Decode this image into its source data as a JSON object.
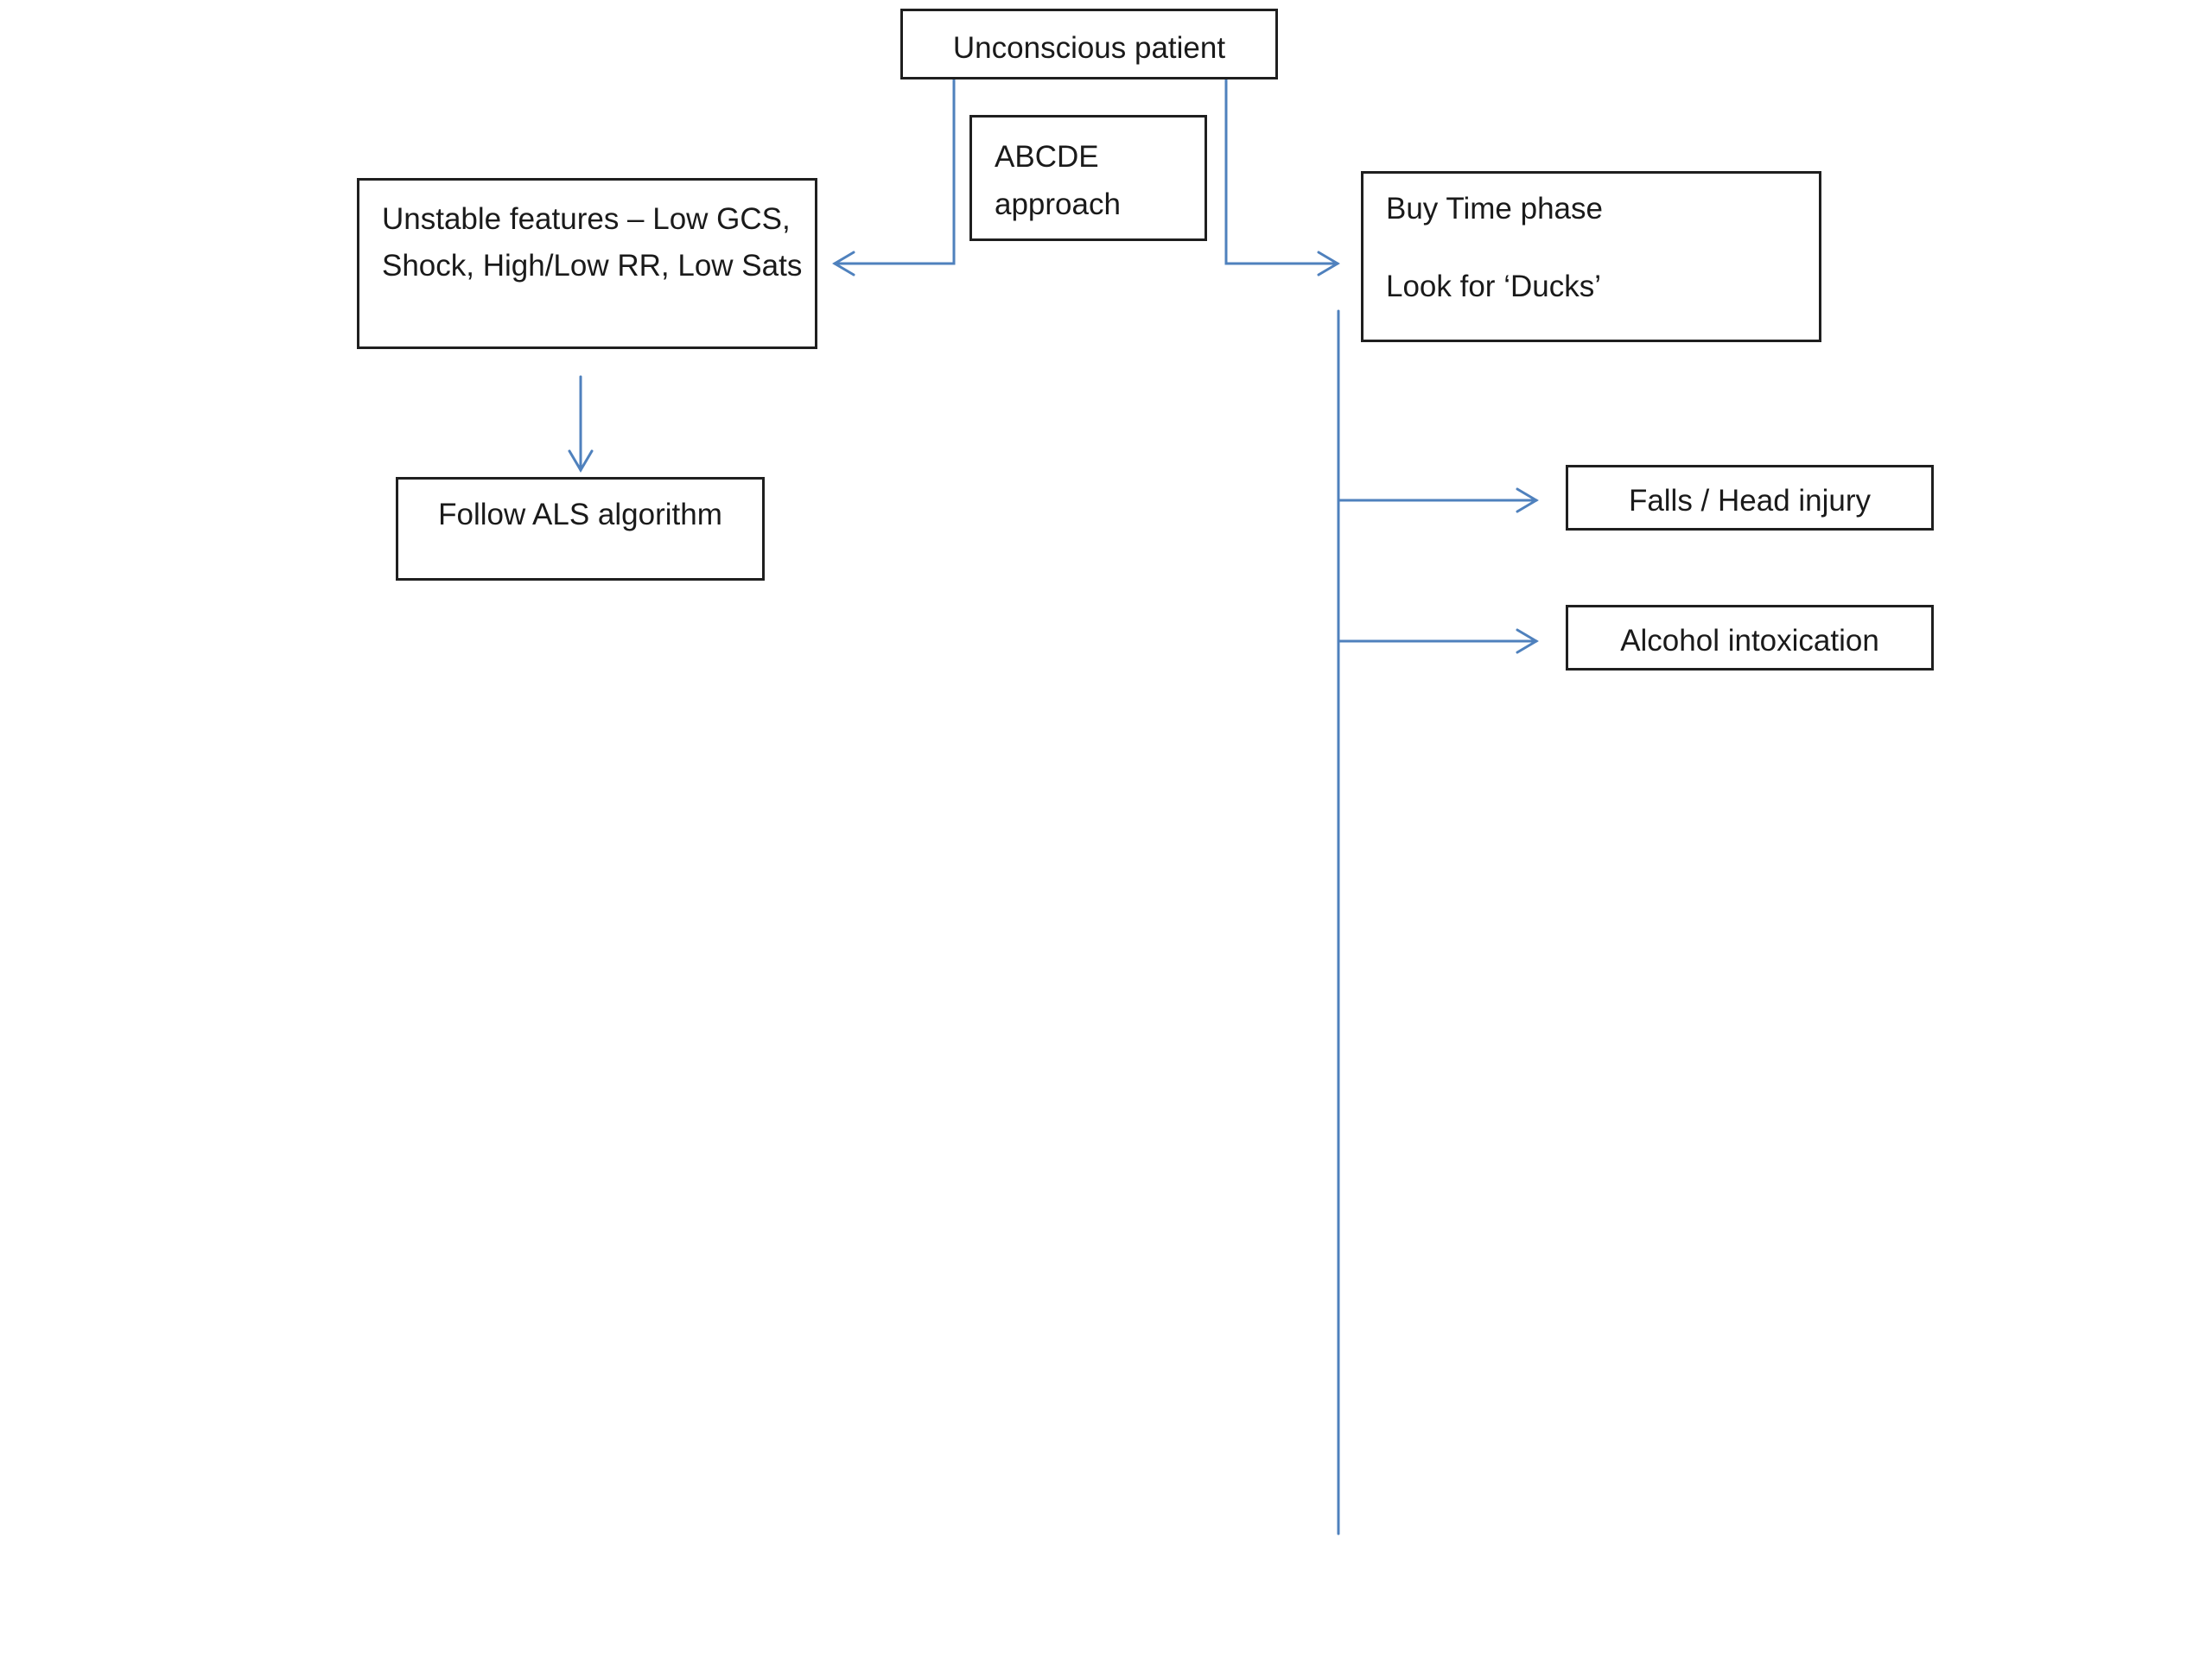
{
  "diagram": {
    "type": "flowchart",
    "colors": {
      "connector": "#4f81bd",
      "box_border": "#1f1f1f",
      "text": "#1a1a1a",
      "background": "#ffffff"
    },
    "nodes": {
      "start": {
        "lines": [
          "Unconscious patient"
        ]
      },
      "abcde": {
        "lines": [
          "ABCDE",
          "approach"
        ]
      },
      "unstable": {
        "lines": [
          "Unstable features – Low GCS,",
          "Shock, High/Low RR, Low Sats"
        ]
      },
      "als": {
        "lines": [
          "Follow ALS algorithm"
        ]
      },
      "buy_time": {
        "lines": [
          "Buy Time phase",
          "Look for ‘Ducks’"
        ]
      },
      "falls": {
        "lines": [
          "Falls / Head injury"
        ]
      },
      "alcohol": {
        "lines": [
          "Alcohol intoxication"
        ]
      }
    },
    "edges": [
      {
        "from": "start",
        "to": "unstable"
      },
      {
        "from": "start",
        "to": "buy_time"
      },
      {
        "from": "unstable",
        "to": "als"
      },
      {
        "from": "buy_time",
        "to": "falls"
      },
      {
        "from": "buy_time",
        "to": "alcohol"
      }
    ]
  }
}
